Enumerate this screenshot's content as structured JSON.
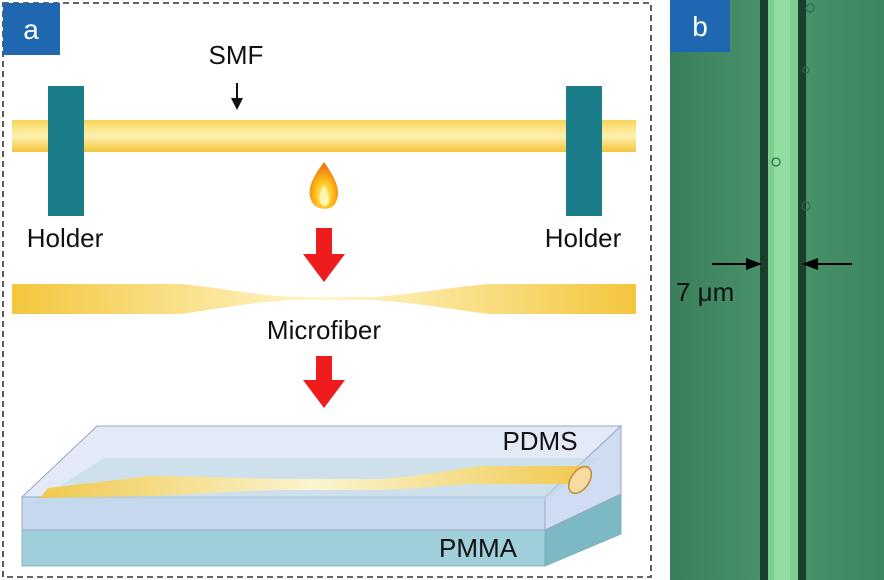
{
  "panel_a": {
    "badge": "a",
    "labels": {
      "smf": "SMF",
      "holder_left": "Holder",
      "holder_right": "Holder",
      "microfiber": "Microfiber",
      "pdms": "PDMS",
      "pmma": "PMMA"
    }
  },
  "panel_b": {
    "badge": "b",
    "measurement": "7 μm"
  },
  "colors": {
    "badge_blue": "#1f67b1",
    "holder_teal": "#1c7d8a",
    "fiber_gold": "#f3c63c",
    "arrow_red": "#ee1c1c",
    "pdms_fill": "#dfe6f5",
    "pmma_fill": "#9fd0da",
    "micrograph_green": "#3f8a63"
  },
  "icons": [
    "flame-icon",
    "down-arrow-icon"
  ]
}
